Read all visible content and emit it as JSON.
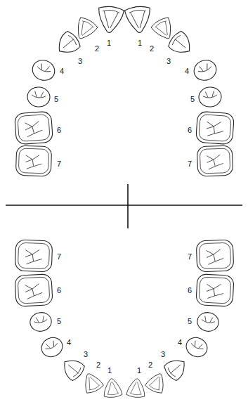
{
  "diagram": {
    "labels": [
      "1",
      "2",
      "3",
      "4",
      "5",
      "6",
      "7",
      "1",
      "2",
      "3",
      "4",
      "5",
      "6",
      "7",
      "7",
      "6",
      "5",
      "4",
      "3",
      "2",
      "1",
      "7",
      "6",
      "5",
      "4",
      "3",
      "2",
      "1"
    ]
  }
}
